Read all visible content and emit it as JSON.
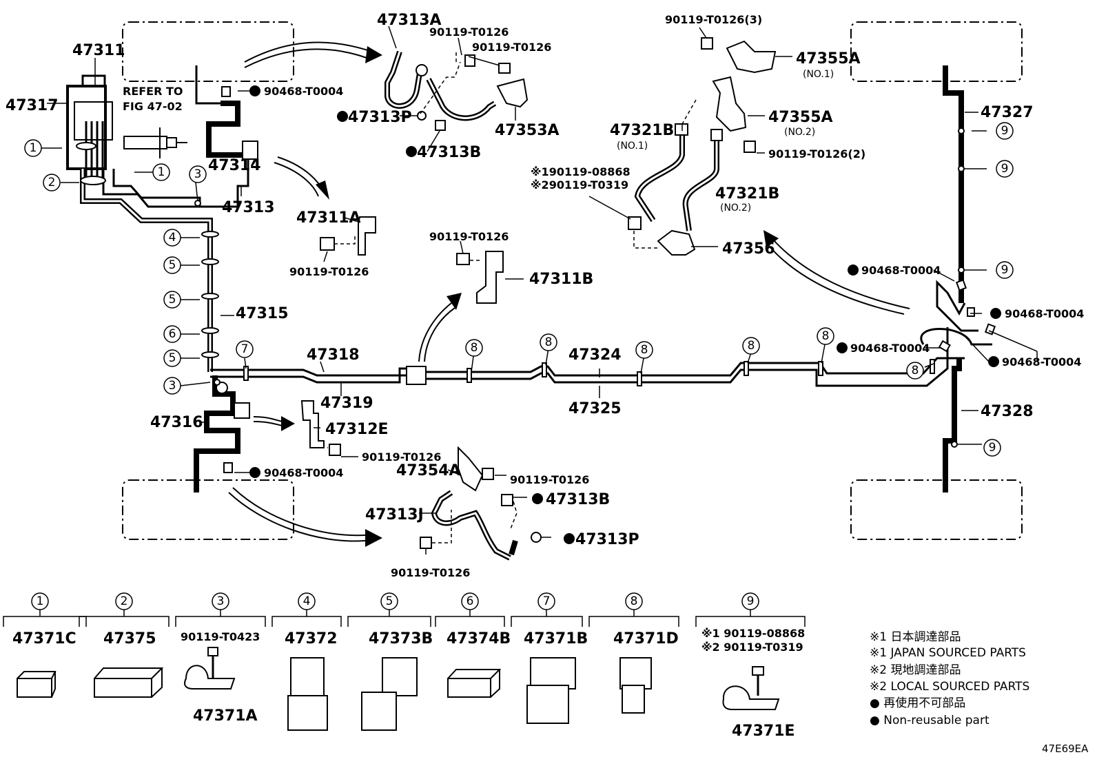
{
  "diagram_code": "47E69EA",
  "labels": {
    "p47311": "47311",
    "p47317": "47317",
    "p47314": "47314",
    "p47313": "47313",
    "p47315": "47315",
    "p47316": "47316",
    "p47318": "47318",
    "p47319": "47319",
    "p47324": "47324",
    "p47325": "47325",
    "p47327": "47327",
    "p47328": "47328",
    "p47313A": "47313A",
    "p47313P_top": "47313P",
    "p47313B_top": "47313B",
    "p47353A": "47353A",
    "p47311A": "47311A",
    "p47311B": "47311B",
    "p47312E": "47312E",
    "p47354A": "47354A",
    "p47313J": "47313J",
    "p47313B_bot": "47313B",
    "p47313P_bot": "47313P",
    "p47355A_1": "47355A",
    "p47355A_2": "47355A",
    "p47321B_1": "47321B",
    "p47321B_2": "47321B",
    "p47356": "47356",
    "no1_a": "(NO.1)",
    "no2_a": "(NO.2)",
    "no1_b": "(NO.1)",
    "no2_b": "(NO.2)",
    "refer1": "REFER TO",
    "refer2": "FIG 47-02"
  },
  "bolts": {
    "b90468_a": "90468-T0004",
    "b90468_b": "90468-T0004",
    "b90468_c": "90468-T0004",
    "b90468_d": "90468-T0004",
    "b90468_e": "90468-T0004",
    "b90468_f": "90468-T0004",
    "b90119_1": "90119-T0126",
    "b90119_2": "90119-T0126",
    "b90119_3": "90119-T0126",
    "b90119_4": "90119-T0126",
    "b90119_5": "90119-T0126",
    "b90119_6": "90119-T0126",
    "b90119_7": "90119-T0126",
    "b90119_3x": "90119-T0126(3)",
    "b90119_2x": "90119-T0126(2)",
    "alt1": "※190119-08868",
    "alt2": "※290119-T0319"
  },
  "callouts": [
    "1",
    "2",
    "3",
    "4",
    "5",
    "6",
    "7",
    "8",
    "9"
  ],
  "clamps": [
    {
      "num": "1",
      "part": "47371C"
    },
    {
      "num": "2",
      "part": "47375"
    },
    {
      "num": "3",
      "part": "90119-T0423",
      "sub": "47371A"
    },
    {
      "num": "4",
      "part": "47372"
    },
    {
      "num": "5",
      "part": "47373B"
    },
    {
      "num": "6",
      "part": "47374B"
    },
    {
      "num": "7",
      "part": "47371B"
    },
    {
      "num": "8",
      "part": "47371D"
    },
    {
      "num": "9",
      "line1": "※1 90119-08868",
      "line2": "※2 90119-T0319",
      "sub": "47371E"
    }
  ],
  "legend": [
    "※1 日本調達部品",
    "※1 JAPAN SOURCED PARTS",
    "※2 現地調達部品",
    "※2 LOCAL SOURCED PARTS",
    "● 再使用不可部品",
    "● Non-reusable part"
  ]
}
